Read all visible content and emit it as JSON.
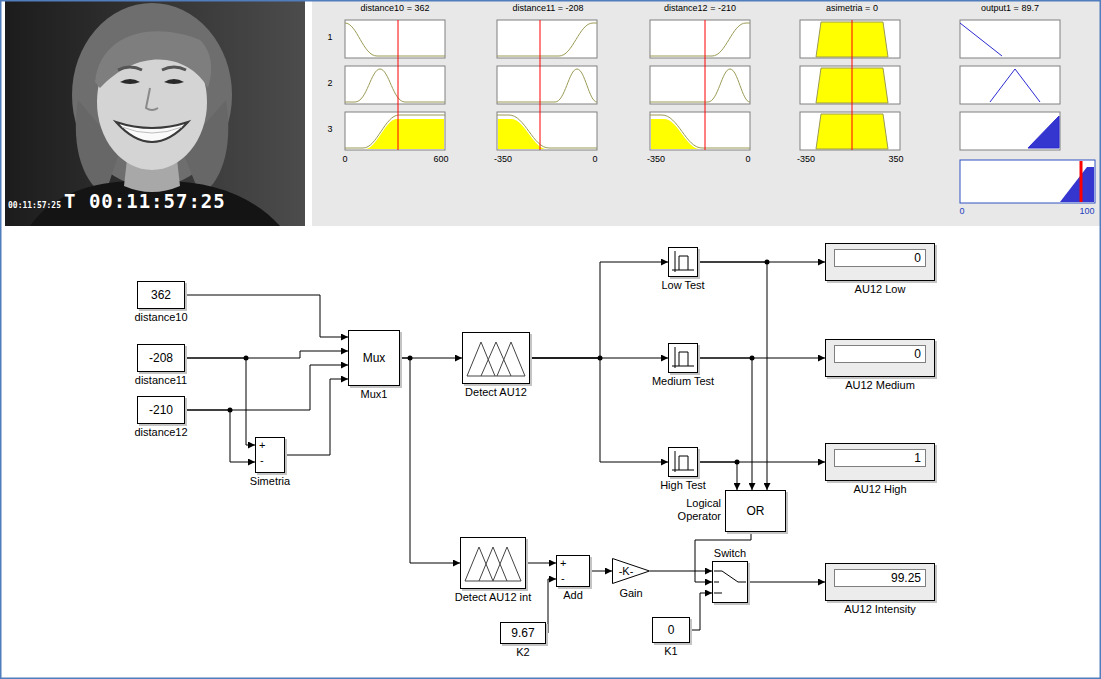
{
  "diagram": {
    "nodes": [
      {
        "text": [
          "362",
          "distance10"
        ]
      },
      {
        "text": [
          "-208",
          "distance11"
        ]
      },
      {
        "text": [
          "-210",
          "distance12"
        ]
      },
      {
        "text": [
          "+",
          "-",
          "Simetria"
        ]
      },
      {
        "text": [
          "Mux",
          "Mux1"
        ]
      },
      {
        "text": [
          "Detect AU12"
        ]
      },
      {
        "text": [
          "Low Test"
        ]
      },
      {
        "text": [
          "Medium Test"
        ]
      },
      {
        "text": [
          "High Test"
        ]
      },
      {
        "text": [
          "0",
          "AU12 Low"
        ]
      },
      {
        "text": [
          "0",
          "AU12 Medium"
        ]
      },
      {
        "text": [
          "1",
          "AU12 High"
        ]
      },
      {
        "text": [
          "Logical Operator",
          "OR"
        ]
      },
      {
        "text": [
          "Detect AU12 int"
        ]
      },
      {
        "text": [
          "9.67",
          "K2"
        ]
      },
      {
        "text": [
          "+",
          "-",
          "Add"
        ]
      },
      {
        "text": [
          "-K-",
          "Gain"
        ]
      },
      {
        "text": [
          "0",
          "K1"
        ]
      },
      {
        "text": [
          "Switch"
        ]
      },
      {
        "text": [
          "99.25",
          "AU12 Intensity"
        ]
      }
    ],
    "edges": [
      {
        "from": 0,
        "to": 4,
        "arrow": "to"
      },
      {
        "from": 1,
        "to": 4,
        "arrow": "to"
      },
      {
        "from": 1,
        "to": 3,
        "arrow": "to"
      },
      {
        "from": 2,
        "to": 4,
        "arrow": "to"
      },
      {
        "from": 2,
        "to": 3,
        "arrow": "to"
      },
      {
        "from": 3,
        "to": 4,
        "arrow": "to"
      },
      {
        "from": 4,
        "to": 5,
        "arrow": "to"
      },
      {
        "from": 4,
        "to": 13,
        "arrow": "to"
      },
      {
        "from": 5,
        "to": 6,
        "arrow": "to"
      },
      {
        "from": 5,
        "to": 7,
        "arrow": "to"
      },
      {
        "from": 5,
        "to": 8,
        "arrow": "to"
      },
      {
        "from": 6,
        "to": 9,
        "arrow": "to"
      },
      {
        "from": 6,
        "to": 12,
        "arrow": "to"
      },
      {
        "from": 7,
        "to": 10,
        "arrow": "to"
      },
      {
        "from": 7,
        "to": 12,
        "arrow": "to"
      },
      {
        "from": 8,
        "to": 11,
        "arrow": "to"
      },
      {
        "from": 8,
        "to": 12,
        "arrow": "to"
      },
      {
        "from": 12,
        "to": 18,
        "arrow": "to"
      },
      {
        "from": 13,
        "to": 15,
        "arrow": "to"
      },
      {
        "from": 14,
        "to": 15,
        "arrow": "to"
      },
      {
        "from": 15,
        "to": 16,
        "arrow": "to"
      },
      {
        "from": 16,
        "to": 18,
        "arrow": "to"
      },
      {
        "from": 17,
        "to": 18,
        "arrow": "to"
      },
      {
        "from": 18,
        "to": 19,
        "arrow": "to"
      }
    ],
    "labels": [
      "00:11:57:25",
      "T 00:11:57:25",
      "distance10 = 362",
      "distance11 = -208",
      "distance12 = -210",
      "asimetria = 0",
      "output1 = 89.7",
      "1",
      "2",
      "3",
      "0",
      "600",
      "-350",
      "0",
      "-350",
      "0",
      "-350",
      "350",
      "0",
      "100"
    ]
  }
}
